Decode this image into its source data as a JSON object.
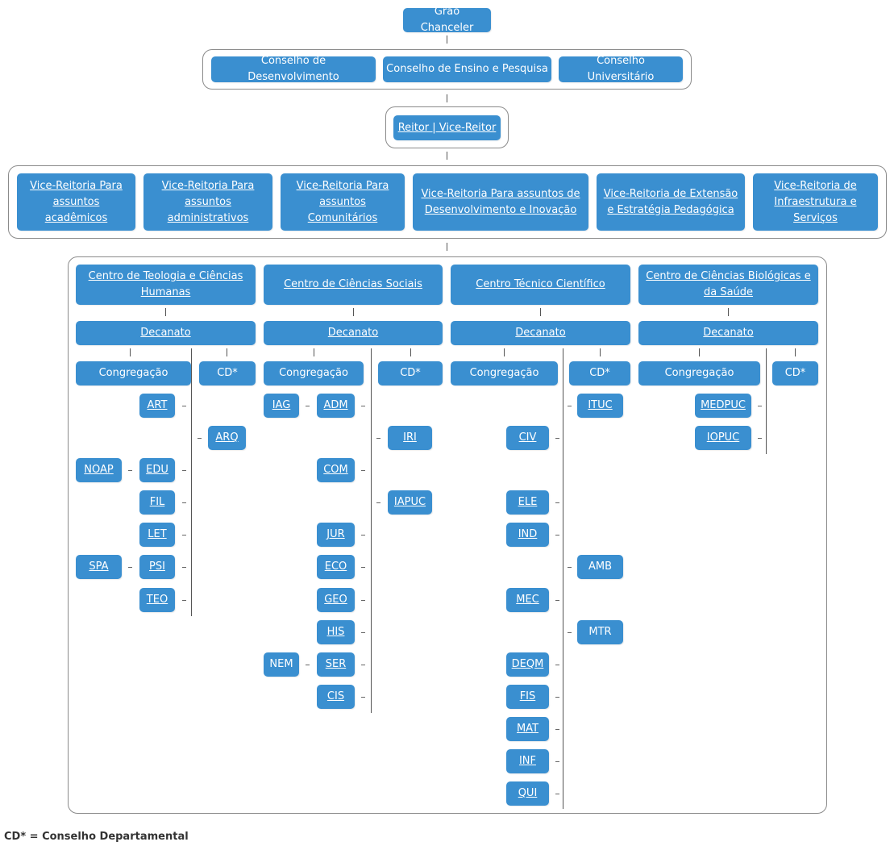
{
  "top": {
    "chancellor": "Grão Chanceler"
  },
  "councils": [
    "Conselho de Desenvolvimento",
    "Conselho de Ensino e Pesquisa",
    "Conselho Universitário"
  ],
  "rector": "Reitor | Vice-Reitor",
  "vice_rectorates": [
    "Vice-Reitoria Para assuntos acadêmicos",
    "Vice-Reitoria Para assuntos administrativos",
    "Vice-Reitoria Para assuntos Comunitários",
    "Vice-Reitoria Para assuntos de Desenvolvimento e Inovação",
    "Vice-Reitoria de Extensão e Estratégia Pedagógica",
    "Vice-Reitoria de Infraestrutura e Serviços"
  ],
  "centers": [
    {
      "name": "Centro de Teologia e Ciências Humanas",
      "dean": "Decanato",
      "congregation": "Congregação",
      "cd": "CD*",
      "departments": [
        "ART",
        "EDU",
        "FIL",
        "LET",
        "PSI",
        "TEO"
      ],
      "side_units": [
        "NOAP",
        "SPA"
      ],
      "cd_units": [
        "ARQ"
      ]
    },
    {
      "name": "Centro de Ciências Sociais",
      "dean": "Decanato",
      "congregation": "Congregação",
      "cd": "CD*",
      "departments": [
        "ADM",
        "COM",
        "JUR",
        "ECO",
        "GEO",
        "HIS",
        "SER",
        "CIS"
      ],
      "side_units": [
        "IAG",
        "NEM"
      ],
      "cd_units": [
        "IRI",
        "IAPUC"
      ]
    },
    {
      "name": "Centro Técnico Científico",
      "dean": "Decanato",
      "congregation": "Congregação",
      "cd": "CD*",
      "departments": [
        "CIV",
        "ELE",
        "IND",
        "MEC",
        "DEQM",
        "FIS",
        "MAT",
        "INF",
        "QUI"
      ],
      "side_units": [],
      "cd_units": [
        "ITUC",
        "AMB",
        "MTR"
      ]
    },
    {
      "name": "Centro de Ciências Biológicas e da Saúde",
      "dean": "Decanato",
      "congregation": "Congregação",
      "cd": "CD*",
      "departments": [
        "MEDPUC",
        "IOPUC"
      ],
      "side_units": [],
      "cd_units": []
    }
  ],
  "footnote": "CD* = Conselho Departamental",
  "colors": {
    "box": "#3a8fd0",
    "frame": "#8a8a8a",
    "text": "#ffffff"
  }
}
